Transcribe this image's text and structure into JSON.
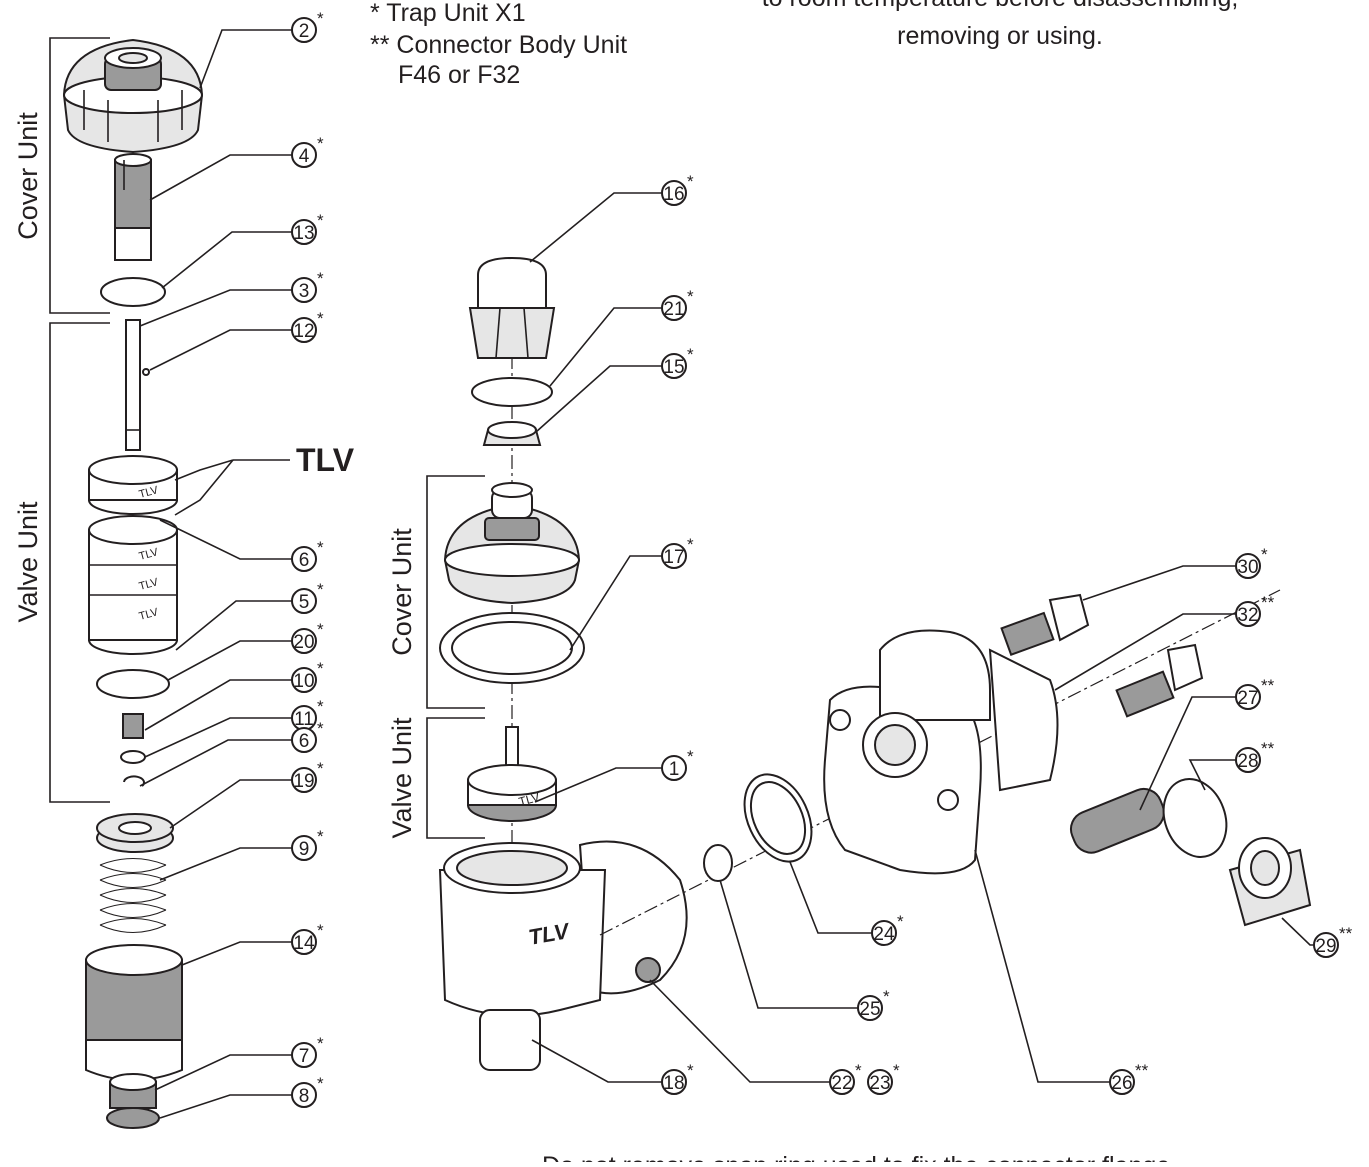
{
  "notes": {
    "legend_line1": "* Trap Unit X1",
    "legend_line2": "** Connector Body Unit",
    "legend_line3": "F46 or F32",
    "warning_top_line1": "to room temperature before disassembling,",
    "warning_top_line2": "removing or using.",
    "warning_bottom": "Do not remove snap ring used to fix the connector flange."
  },
  "groups": {
    "cover_unit_left": "Cover Unit",
    "valve_unit_left": "Valve Unit",
    "cover_unit_center": "Cover Unit",
    "valve_unit_center": "Valve Unit"
  },
  "brand": "TLV",
  "callouts": [
    {
      "id": "c2",
      "num": "2",
      "mark": "*"
    },
    {
      "id": "c4",
      "num": "4",
      "mark": "*"
    },
    {
      "id": "c13",
      "num": "13",
      "mark": "*"
    },
    {
      "id": "c3",
      "num": "3",
      "mark": "*"
    },
    {
      "id": "c12",
      "num": "12",
      "mark": "*"
    },
    {
      "id": "c6a",
      "num": "6",
      "mark": "*"
    },
    {
      "id": "c5",
      "num": "5",
      "mark": "*"
    },
    {
      "id": "c20",
      "num": "20",
      "mark": "*"
    },
    {
      "id": "c10",
      "num": "10",
      "mark": "*"
    },
    {
      "id": "c11",
      "num": "11",
      "mark": "*"
    },
    {
      "id": "c6b",
      "num": "6",
      "mark": "*"
    },
    {
      "id": "c19",
      "num": "19",
      "mark": "*"
    },
    {
      "id": "c9",
      "num": "9",
      "mark": "*"
    },
    {
      "id": "c14",
      "num": "14",
      "mark": "*"
    },
    {
      "id": "c7",
      "num": "7",
      "mark": "*"
    },
    {
      "id": "c8",
      "num": "8",
      "mark": "*"
    },
    {
      "id": "c16",
      "num": "16",
      "mark": "*"
    },
    {
      "id": "c21",
      "num": "21",
      "mark": "*"
    },
    {
      "id": "c15",
      "num": "15",
      "mark": "*"
    },
    {
      "id": "c17",
      "num": "17",
      "mark": "*"
    },
    {
      "id": "c1",
      "num": "1",
      "mark": "*"
    },
    {
      "id": "c18",
      "num": "18",
      "mark": "*"
    },
    {
      "id": "c22",
      "num": "22",
      "mark": "*"
    },
    {
      "id": "c23",
      "num": "23",
      "mark": "*"
    },
    {
      "id": "c25",
      "num": "25",
      "mark": "*"
    },
    {
      "id": "c24",
      "num": "24",
      "mark": "*"
    },
    {
      "id": "c26",
      "num": "26",
      "mark": "**"
    },
    {
      "id": "c30",
      "num": "30",
      "mark": "*"
    },
    {
      "id": "c32",
      "num": "32",
      "mark": "**"
    },
    {
      "id": "c27",
      "num": "27",
      "mark": "**"
    },
    {
      "id": "c28",
      "num": "28",
      "mark": "**"
    },
    {
      "id": "c29",
      "num": "29",
      "mark": "**"
    }
  ]
}
